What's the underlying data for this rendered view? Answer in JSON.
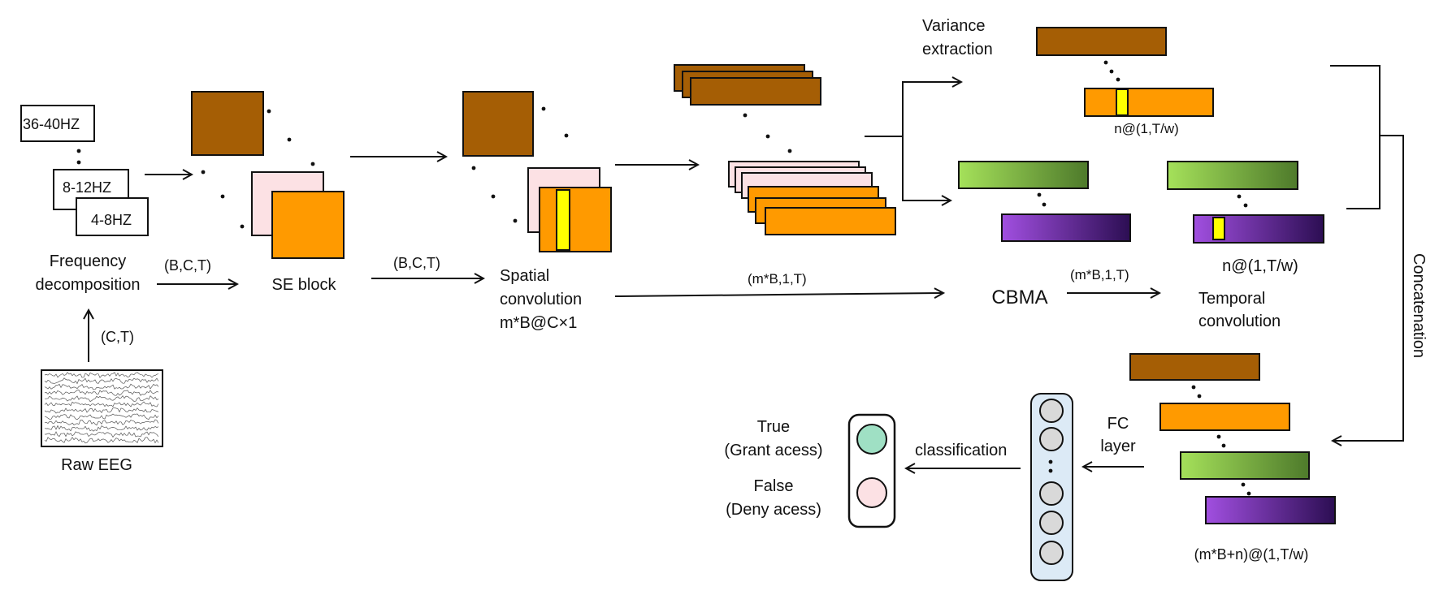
{
  "colors": {
    "brown": "#A55E05",
    "orange": "#FF9A00",
    "pink": "#FCE1E4",
    "yellow": "#FFFF00",
    "green_light": "#A5E15A",
    "green_dark": "#4E7A2B",
    "purple_light": "#A14FE0",
    "purple_dark": "#2C0E53",
    "fc_panel": "#DCEAF6",
    "node_gray": "#D9D9D9",
    "light_true": "#9FE0C4",
    "light_false": "#FCE1E4"
  },
  "input": {
    "raw_label": "Raw EEG",
    "shape_label": "(C,T)"
  },
  "frequency": {
    "band_high": "36-40HZ",
    "band_mid": "8-12HZ",
    "band_low": "4-8HZ",
    "label_line1": "Frequency",
    "label_line2": "decomposition",
    "out_shape": "(B,C,T)"
  },
  "se_block": {
    "label": "SE block",
    "out_shape": "(B,C,T)"
  },
  "spatial": {
    "line1": "Spatial",
    "line2": "convolution",
    "line3": "m*B@C×1",
    "out_shape": "(m*B,1,T)"
  },
  "variance": {
    "line1": "Variance",
    "line2": "extraction",
    "out_label": "n@(1,T/w)"
  },
  "cbma": {
    "label": "CBMA",
    "out_shape": "(m*B,1,T)"
  },
  "temporal": {
    "line1": "Temporal",
    "line2": "convolution",
    "out_label": "n@(1,T/w)"
  },
  "concat": {
    "label": "Concatenation",
    "out_label": "(m*B+n)@(1,T/w)"
  },
  "fc": {
    "line1": "FC",
    "line2": "layer"
  },
  "classification": {
    "label": "classification"
  },
  "output": {
    "true_line1": "True",
    "true_line2": "(Grant acess)",
    "false_line1": "False",
    "false_line2": "(Deny acess)"
  }
}
